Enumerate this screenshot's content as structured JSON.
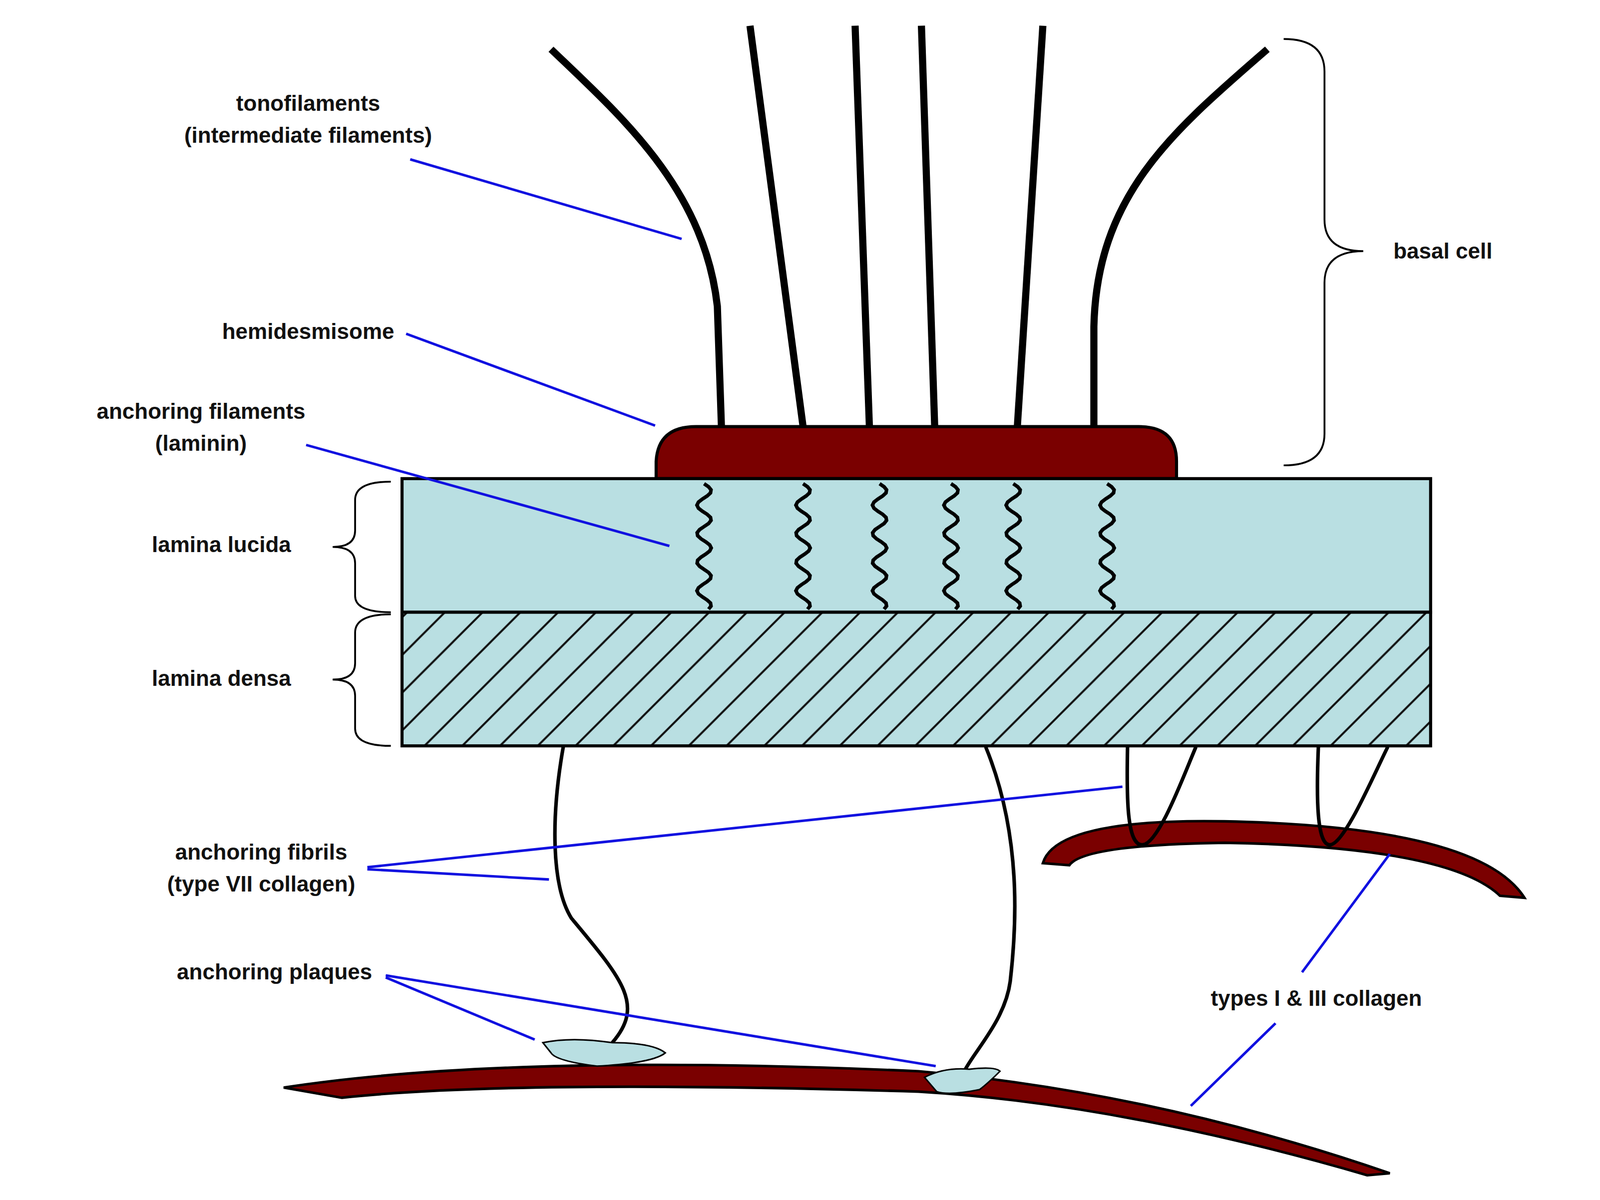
{
  "diagram": {
    "labels": [
      "tonofilaments (intermediate filaments)",
      "hemidesmisome",
      "anchoring filaments (laminin)",
      "lamina lucida",
      "lamina densa",
      "anchoring fibrils (type VII collagen)",
      "anchoring plaques",
      "types I & III collagen",
      "basal cell"
    ]
  }
}
